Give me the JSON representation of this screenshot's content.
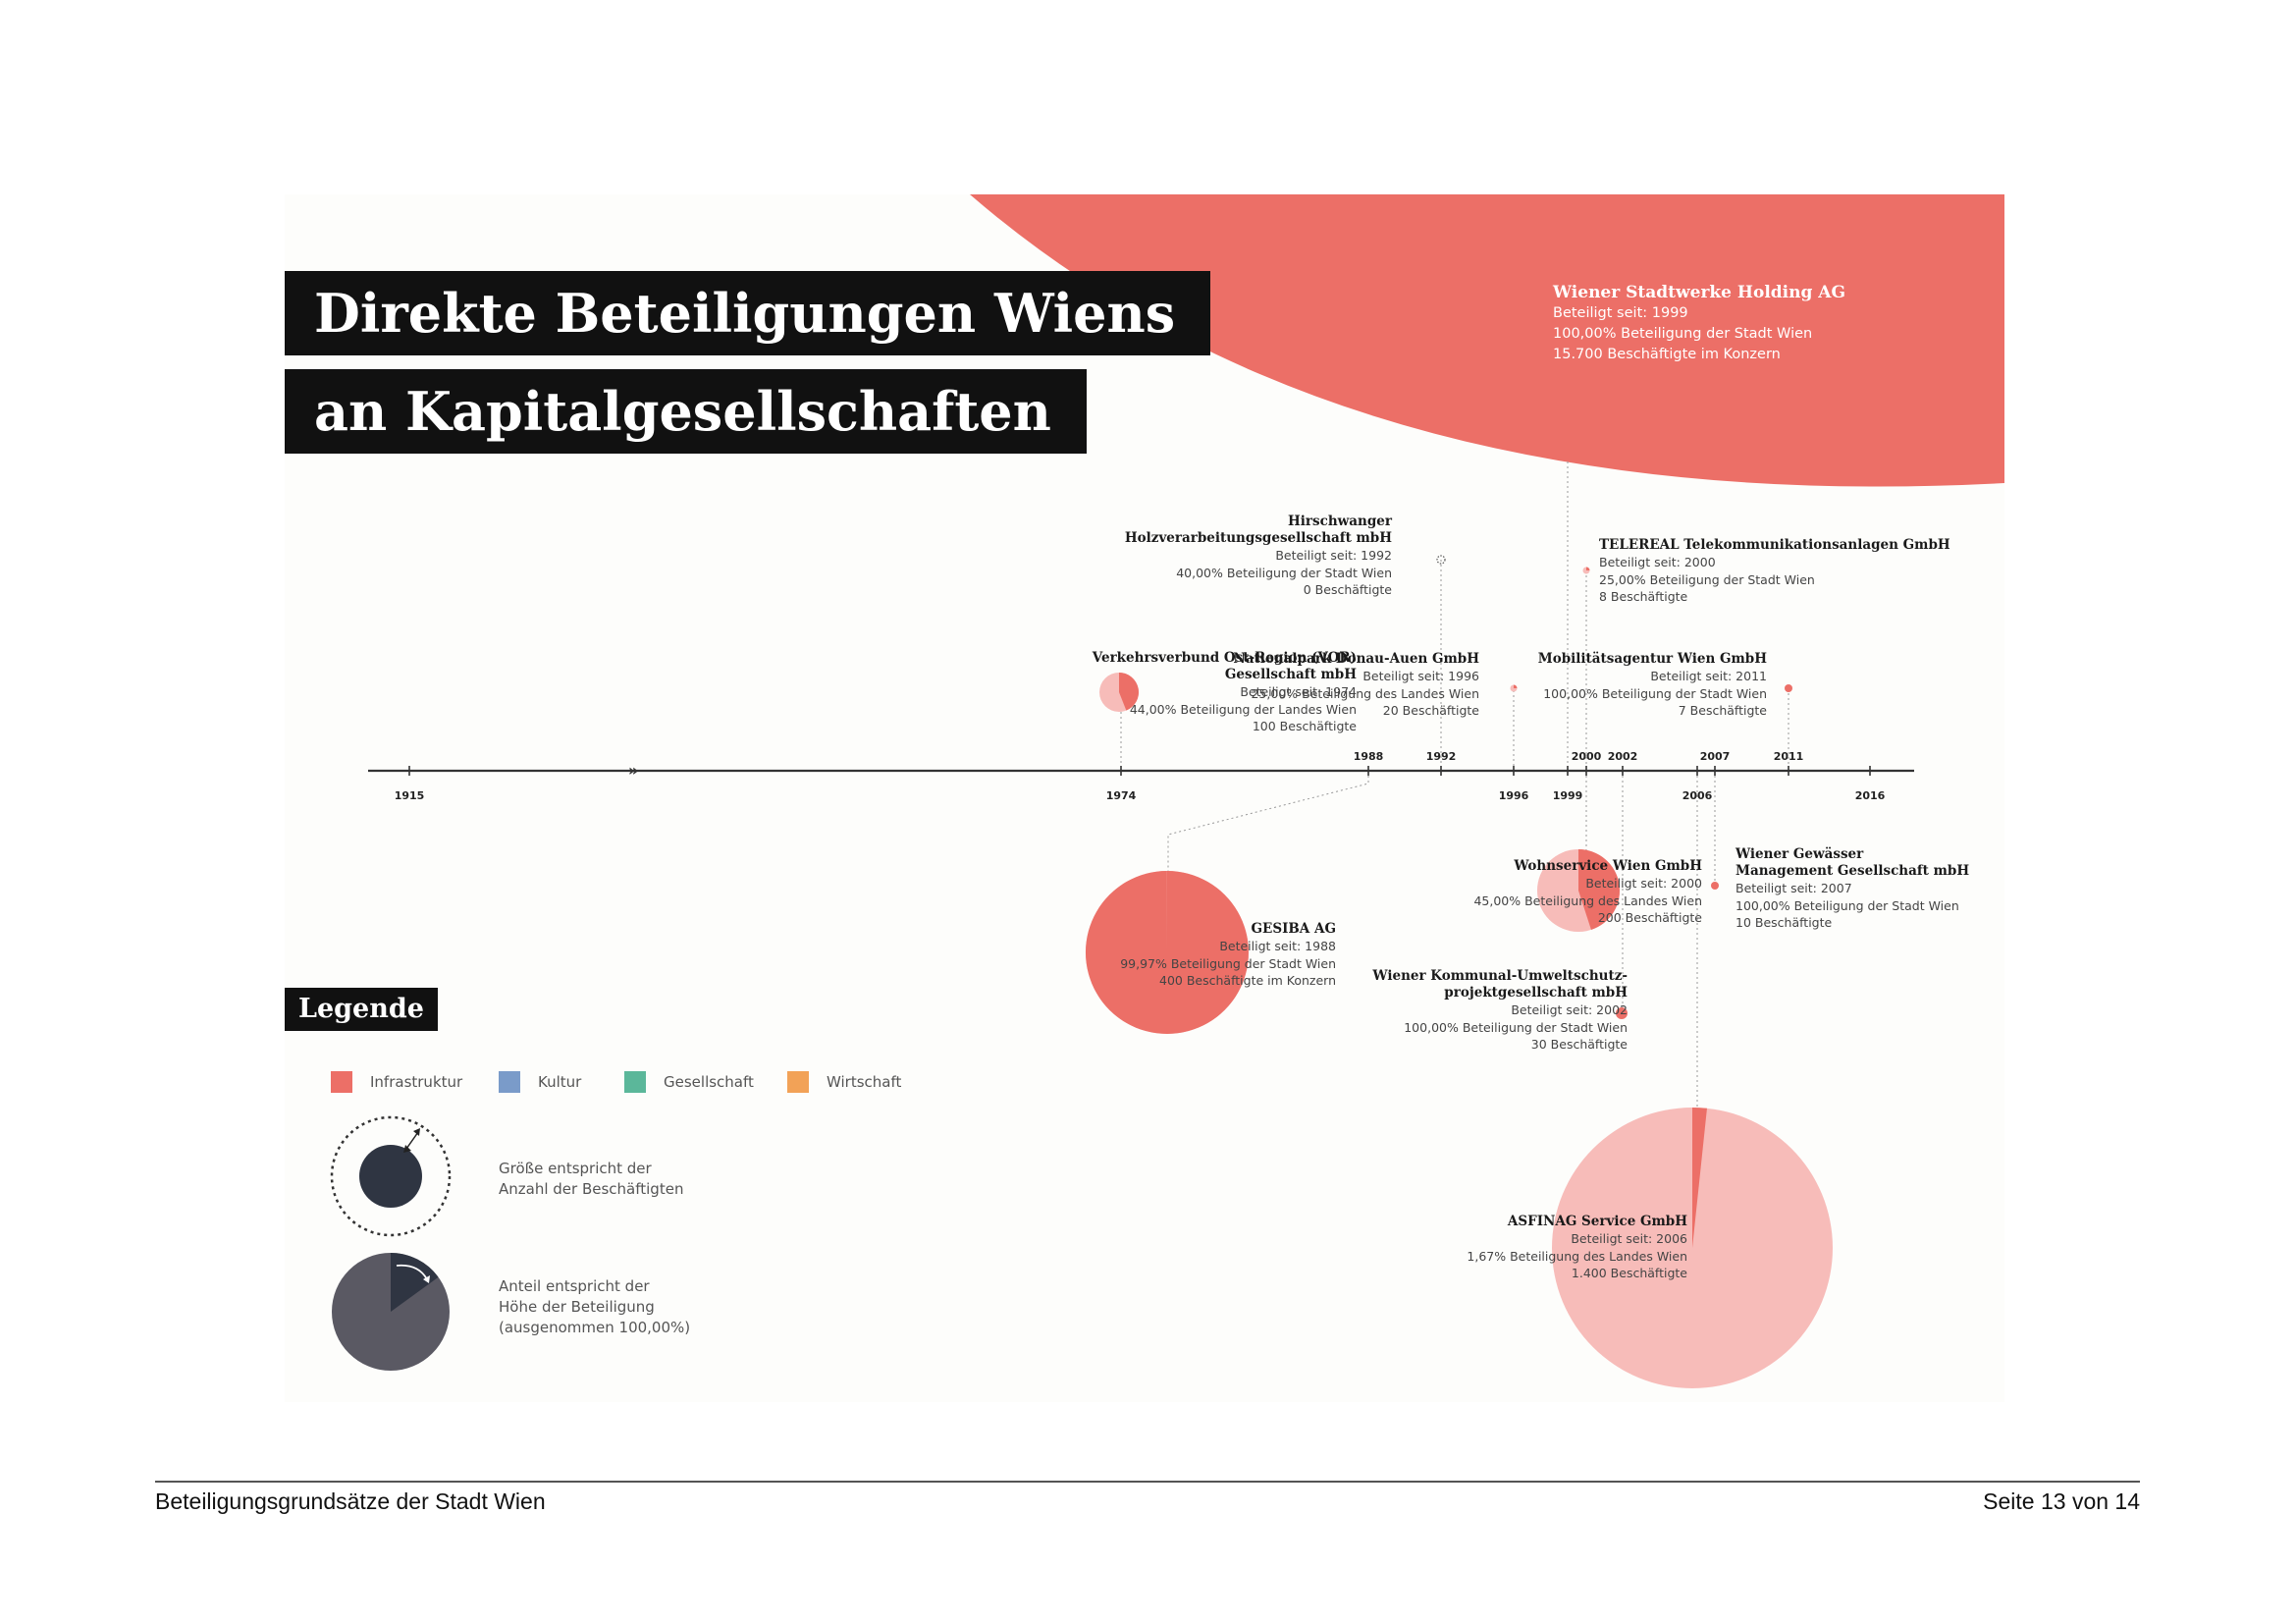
{
  "title": {
    "line1": "Direkte Beteiligungen Wiens",
    "line2": "an Kapitalgesellschaften"
  },
  "colors": {
    "infrastruktur": "#ec6f67",
    "infrastruktur_light": "#f7bcb9",
    "kultur": "#7a9bc9",
    "gesellschaft": "#5bb79a",
    "wirtschaft": "#f2a257",
    "legend_dark": "#2f3542",
    "legend_grey": "#5a5963",
    "dark_box": "#111111"
  },
  "timeline": {
    "years_below": [
      "1915",
      "1974",
      "1996",
      "1999",
      "2006",
      "2016"
    ],
    "years_above": [
      "1988",
      "1992",
      "2000",
      "2002",
      "2007",
      "2011"
    ],
    "break_symbol": "»"
  },
  "companies": [
    {
      "id": "wsh",
      "name": "Wiener Stadtwerke Holding AG",
      "lines": [
        "Beteiligt seit: 1999",
        "100,00% Beteiligung der Stadt Wien",
        "15.700 Beschäftigte im Konzern"
      ],
      "year": 1999,
      "share_pct": 100.0,
      "employees": 15700
    },
    {
      "id": "hirsch",
      "name_lines": [
        "Hirschwanger",
        "Holzverarbeitungsgesellschaft mbH"
      ],
      "lines": [
        "Beteiligt seit: 1992",
        "40,00% Beteiligung der Stadt Wien",
        "0 Beschäftigte"
      ],
      "year": 1992,
      "share_pct": 40.0,
      "employees": 0
    },
    {
      "id": "telereal",
      "name": "TELEREAL Telekommunikationsanlagen GmbH",
      "lines": [
        "Beteiligt seit: 2000",
        "25,00% Beteiligung der Stadt Wien",
        "8 Beschäftigte"
      ],
      "year": 2000,
      "share_pct": 25.0,
      "employees": 8
    },
    {
      "id": "vor",
      "name_lines": [
        "Verkehrsverbund Ost-Region (VOR)",
        "Gesellschaft mbH"
      ],
      "lines": [
        "Beteiligt seit: 1974",
        "44,00% Beteiligung der Landes Wien",
        "100 Beschäftigte"
      ],
      "year": 1974,
      "share_pct": 44.0,
      "employees": 100
    },
    {
      "id": "npda",
      "name": "Nationalpark Donau-Auen GmbH",
      "lines": [
        "Beteiligt seit: 1996",
        "25,00% Beteiligung des Landes Wien",
        "20 Beschäftigte"
      ],
      "year": 1996,
      "share_pct": 25.0,
      "employees": 20
    },
    {
      "id": "mobil",
      "name": "Mobilitätsagentur Wien GmbH",
      "lines": [
        "Beteiligt seit: 2011",
        "100,00% Beteiligung der Stadt Wien",
        "7 Beschäftigte"
      ],
      "year": 2011,
      "share_pct": 100.0,
      "employees": 7
    },
    {
      "id": "gesiba",
      "name": "GESIBA AG",
      "lines": [
        "Beteiligt seit: 1988",
        "99,97% Beteiligung der Stadt Wien",
        "400 Beschäftigte im Konzern"
      ],
      "year": 1988,
      "share_pct": 99.97,
      "employees": 400
    },
    {
      "id": "wohn",
      "name": "Wohnservice Wien GmbH",
      "lines": [
        "Beteiligt seit: 2000",
        "45,00% Beteiligung des Landes Wien",
        "200 Beschäftigte"
      ],
      "year": 2000,
      "share_pct": 45.0,
      "employees": 200
    },
    {
      "id": "gewaesser",
      "name_lines": [
        "Wiener Gewässer",
        "Management Gesellschaft mbH"
      ],
      "lines": [
        "Beteiligt seit: 2007",
        "100,00% Beteiligung der Stadt Wien",
        "10 Beschäftigte"
      ],
      "year": 2007,
      "share_pct": 100.0,
      "employees": 10
    },
    {
      "id": "kommunal",
      "name_lines": [
        "Wiener Kommunal-Umweltschutz-",
        "projektgesellschaft mbH"
      ],
      "lines": [
        "Beteiligt seit: 2002",
        "100,00% Beteiligung der Stadt Wien",
        "30 Beschäftigte"
      ],
      "year": 2002,
      "share_pct": 100.0,
      "employees": 30
    },
    {
      "id": "asfinag",
      "name": "ASFINAG Service GmbH",
      "lines": [
        "Beteiligt seit: 2006",
        "1,67% Beteiligung des Landes Wien",
        "1.400 Beschäftigte"
      ],
      "year": 2006,
      "share_pct": 1.67,
      "employees": 1400
    }
  ],
  "legend": {
    "title": "Legende",
    "categories": [
      "Infrastruktur",
      "Kultur",
      "Gesellschaft",
      "Wirtschaft"
    ],
    "size_note": [
      "Größe entspricht der",
      "Anzahl der Beschäftigten"
    ],
    "share_note": [
      "Anteil entspricht der",
      "Höhe der Beteiligung",
      "(ausgenommen 100,00%)"
    ]
  },
  "footer": {
    "left": "Beteiligungsgrundsätze der Stadt Wien",
    "right": "Seite 13 von 14"
  }
}
